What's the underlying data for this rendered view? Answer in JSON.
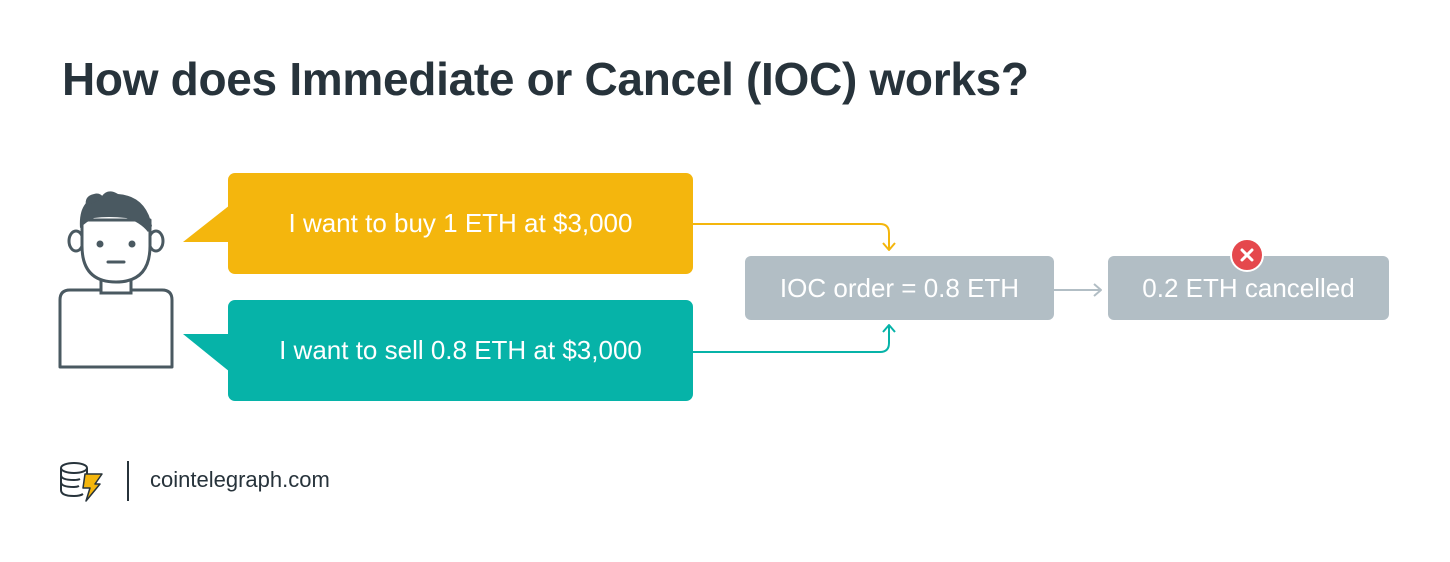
{
  "title": "How does Immediate or Cancel (IOC) works?",
  "buy_message": "I want to buy 1 ETH at $3,000",
  "sell_message": "I want to sell 0.8 ETH at $3,000",
  "ioc_order": "IOC order = 0.8 ETH",
  "cancelled": "0.2 ETH cancelled",
  "footer": {
    "site": "cointelegraph.com"
  },
  "colors": {
    "title": "#27333b",
    "buy": "#f4b60d",
    "sell": "#06b3a8",
    "node": "#b2bec5",
    "cancel_badge": "#e5484d",
    "person_stroke": "#4a5961"
  },
  "icons": {
    "person": "person-icon",
    "cancel": "close-icon",
    "logo": "cointelegraph-logo-icon"
  }
}
